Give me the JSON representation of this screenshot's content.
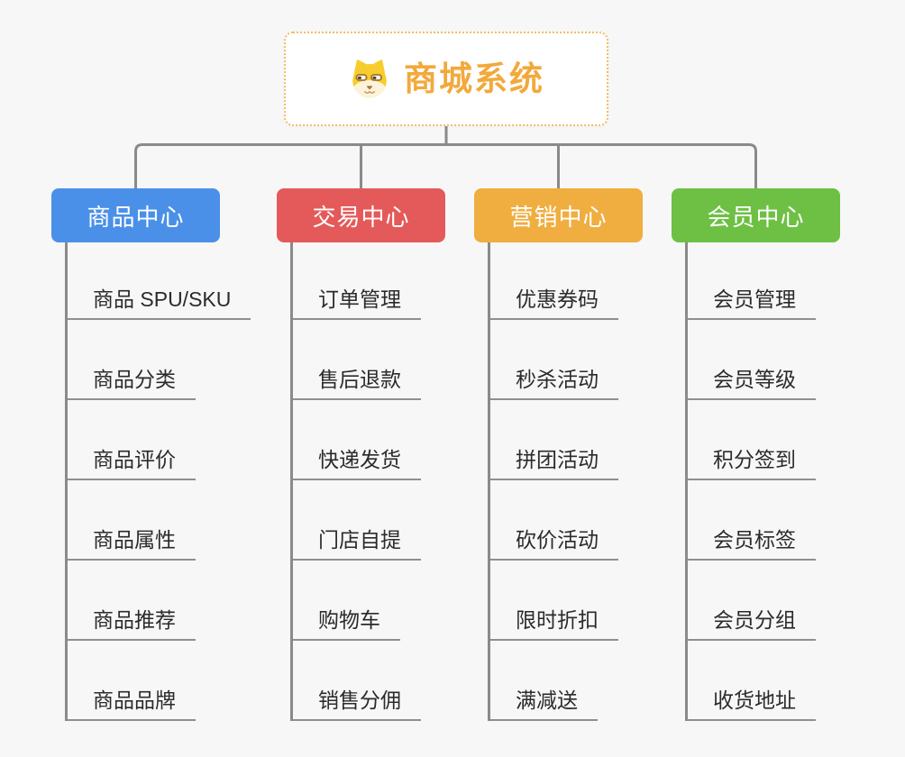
{
  "root": {
    "title": "商城系统",
    "icon": "doge-icon"
  },
  "branches": [
    {
      "label": "商品中心",
      "color": "#4A90E8",
      "children": [
        "商品 SPU/SKU",
        "商品分类",
        "商品评价",
        "商品属性",
        "商品推荐",
        "商品品牌"
      ]
    },
    {
      "label": "交易中心",
      "color": "#E45A5A",
      "children": [
        "订单管理",
        "售后退款",
        "快递发货",
        "门店自提",
        "购物车",
        "销售分佣"
      ]
    },
    {
      "label": "营销中心",
      "color": "#EFAE3F",
      "children": [
        "优惠券码",
        "秒杀活动",
        "拼团活动",
        "砍价活动",
        "限时折扣",
        "满减送"
      ]
    },
    {
      "label": "会员中心",
      "color": "#6DC044",
      "children": [
        "会员管理",
        "会员等级",
        "积分签到",
        "会员标签",
        "会员分组",
        "收货地址"
      ]
    }
  ],
  "style": {
    "root_accent": "#F2A93C",
    "root_border": "#F3BC64",
    "connector_gray": "#8A8A8A",
    "underline_gray": "#8F8F8F",
    "background": "#F7F7F7",
    "leaf_text": "#2B2B2B"
  }
}
